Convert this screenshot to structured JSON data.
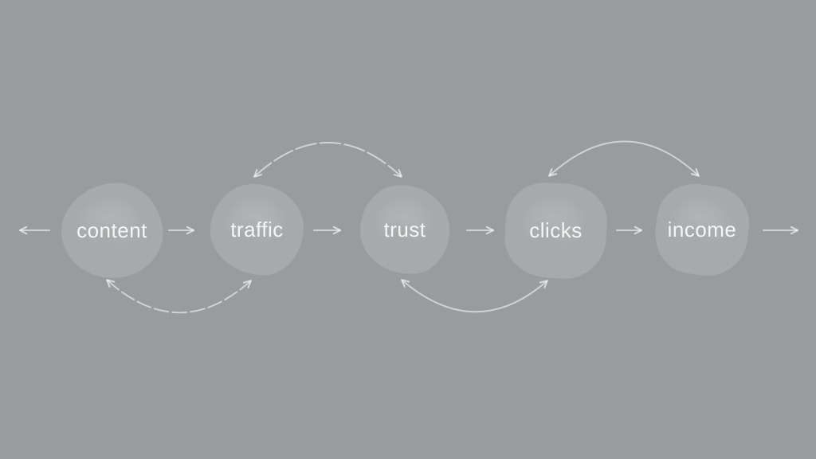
{
  "diagram": {
    "type": "flow-loop-diagram",
    "background_color": "#989c9e",
    "node_fill_color": "#abb0af",
    "label_color": "#f4f6f5",
    "arrow_color": "#d7dcdb",
    "nodes": [
      {
        "id": "content",
        "label": "content"
      },
      {
        "id": "traffic",
        "label": "traffic"
      },
      {
        "id": "trust",
        "label": "trust"
      },
      {
        "id": "clicks",
        "label": "clicks"
      },
      {
        "id": "income",
        "label": "income"
      }
    ],
    "forward_flow": [
      "content",
      "traffic",
      "trust",
      "clicks",
      "income"
    ],
    "edge_arrows": {
      "left_of_content": "points-left-offscreen",
      "right_of_income": "points-right-offscreen"
    },
    "feedback_arcs": [
      {
        "between": [
          "traffic",
          "trust"
        ],
        "position": "top",
        "bidirectional": true
      },
      {
        "between": [
          "clicks",
          "income"
        ],
        "position": "top",
        "bidirectional": true
      },
      {
        "between": [
          "content",
          "traffic"
        ],
        "position": "bottom",
        "bidirectional": true
      },
      {
        "between": [
          "trust",
          "clicks"
        ],
        "position": "bottom",
        "bidirectional": true
      }
    ]
  }
}
